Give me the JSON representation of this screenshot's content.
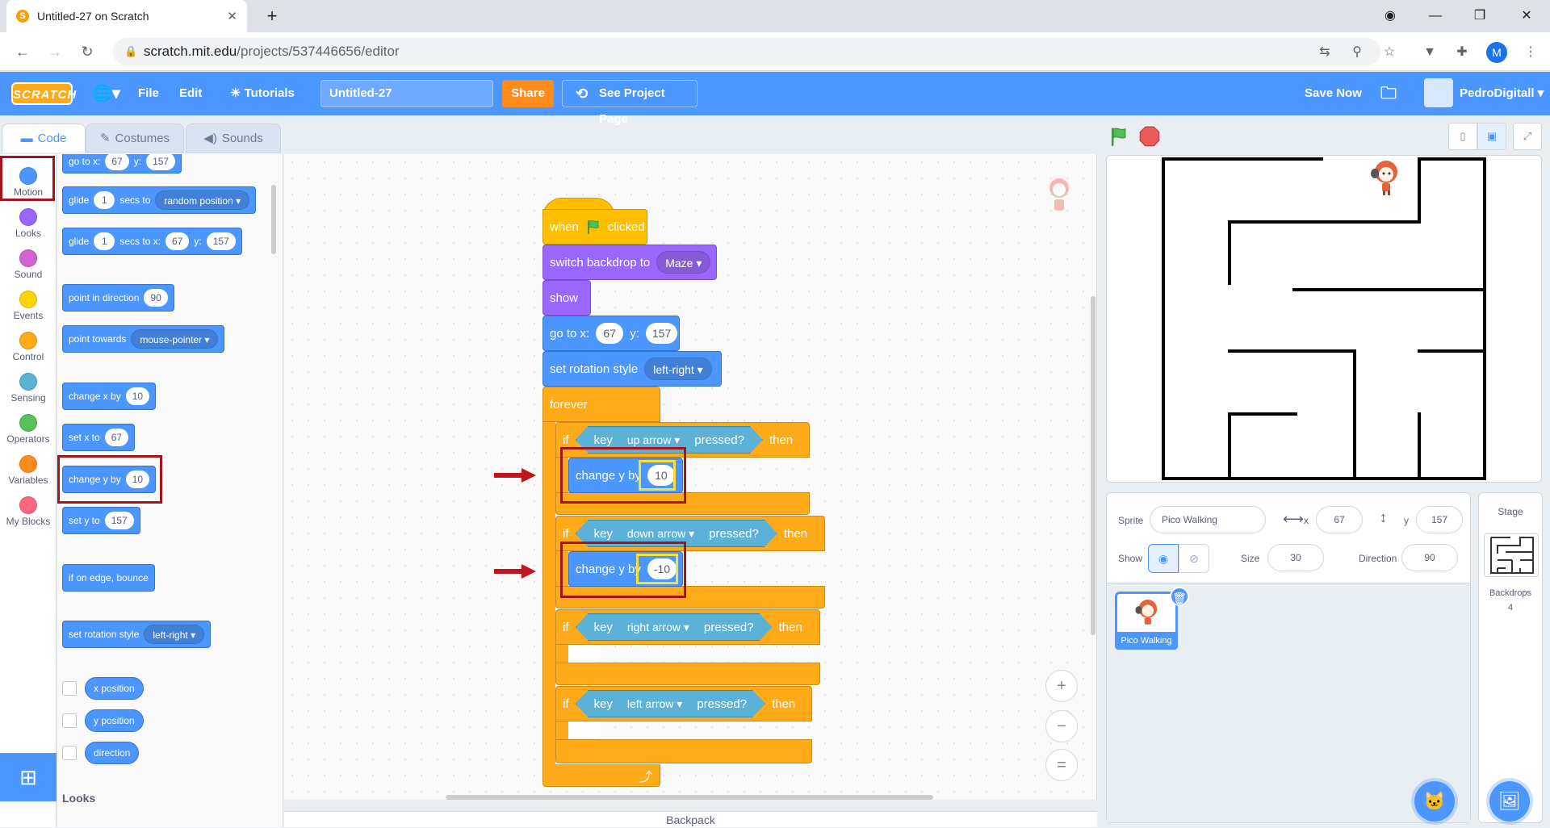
{
  "browser": {
    "tab_title": "Untitled-27 on Scratch",
    "url_host": "scratch.mit.edu",
    "url_path": "/projects/537446656/editor",
    "profile_initial": "M"
  },
  "menu": {
    "logo": "SCRATCH",
    "file": "File",
    "edit": "Edit",
    "tutorials": "Tutorials",
    "project_title": "Untitled-27",
    "share": "Share",
    "see_project": "See Project Page",
    "save_now": "Save Now",
    "username": "PedroDigitall"
  },
  "editor_tabs": [
    "Code",
    "Costumes",
    "Sounds"
  ],
  "categories": [
    {
      "label": "Motion",
      "color": "#4c97ff"
    },
    {
      "label": "Looks",
      "color": "#9966ff"
    },
    {
      "label": "Sound",
      "color": "#cf63cf"
    },
    {
      "label": "Events",
      "color": "#ffd500"
    },
    {
      "label": "Control",
      "color": "#ffab19"
    },
    {
      "label": "Sensing",
      "color": "#5cb1d6"
    },
    {
      "label": "Operators",
      "color": "#59c059"
    },
    {
      "label": "Variables",
      "color": "#ff8c1a"
    },
    {
      "label": "My Blocks",
      "color": "#ff6680"
    }
  ],
  "palette": {
    "goto": {
      "label": "go to x:",
      "x": "67",
      "ylabel": "y:",
      "y": "157"
    },
    "glide1": {
      "label": "glide",
      "secs": "1",
      "mid": "secs to",
      "target": "random position"
    },
    "glide2": {
      "label": "glide",
      "secs": "1",
      "mid": "secs to x:",
      "x": "67",
      "ylabel": "y:",
      "y": "157"
    },
    "point_dir": {
      "label": "point in direction",
      "value": "90"
    },
    "point_towards": {
      "label": "point towards",
      "target": "mouse-pointer"
    },
    "change_x": {
      "label": "change x by",
      "value": "10"
    },
    "set_x": {
      "label": "set x to",
      "value": "67"
    },
    "change_y": {
      "label": "change y by",
      "value": "10"
    },
    "set_y": {
      "label": "set y to",
      "value": "157"
    },
    "bounce": "if on edge, bounce",
    "rotation": {
      "label": "set rotation style",
      "value": "left-right"
    },
    "reporters": [
      "x position",
      "y position",
      "direction"
    ],
    "next_section": "Looks"
  },
  "script": {
    "hat": {
      "when": "when",
      "clicked": "clicked"
    },
    "backdrop": {
      "label": "switch backdrop to",
      "value": "Maze"
    },
    "show": "show",
    "goto": {
      "label": "go to x:",
      "x": "67",
      "ylabel": "y:",
      "y": "157"
    },
    "rotation": {
      "label": "set rotation style",
      "value": "left-right"
    },
    "forever": "forever",
    "if_label": "if",
    "then_label": "then",
    "key_label": "key",
    "pressed_label": "pressed?",
    "ifs": [
      {
        "key": "up arrow",
        "body_label": "change y by",
        "body_value": "10"
      },
      {
        "key": "down arrow",
        "body_label": "change y by",
        "body_value": "-10"
      },
      {
        "key": "right arrow"
      },
      {
        "key": "left arrow"
      }
    ]
  },
  "backpack": "Backpack",
  "sprite": {
    "label": "Sprite",
    "name": "Pico Walking",
    "x_label": "x",
    "x": "67",
    "y_label": "y",
    "y": "157",
    "show_label": "Show",
    "size_label": "Size",
    "size": "30",
    "direction_label": "Direction",
    "direction": "90"
  },
  "stage_pane": {
    "title": "Stage",
    "backdrops_label": "Backdrops",
    "backdrops_count": "4"
  }
}
